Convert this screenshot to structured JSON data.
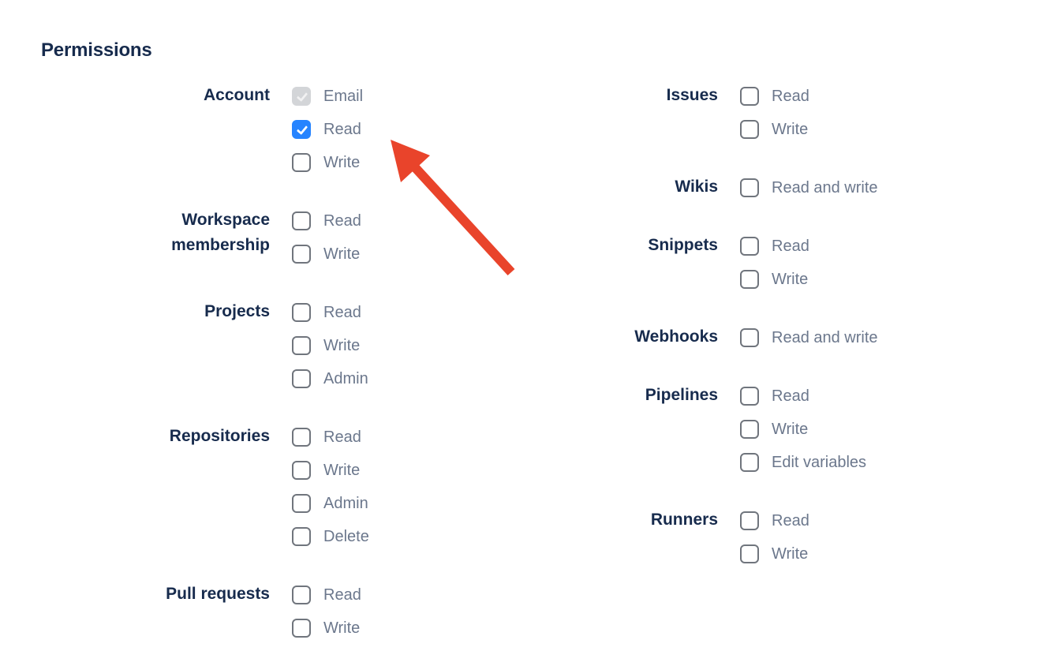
{
  "heading": "Permissions",
  "columns": [
    {
      "name": "left",
      "sections": [
        {
          "label": "Account",
          "options": [
            {
              "label": "Email",
              "state": "disabled-checked"
            },
            {
              "label": "Read",
              "state": "checked"
            },
            {
              "label": "Write",
              "state": "unchecked"
            }
          ]
        },
        {
          "label": "Workspace membership",
          "options": [
            {
              "label": "Read",
              "state": "unchecked"
            },
            {
              "label": "Write",
              "state": "unchecked"
            }
          ]
        },
        {
          "label": "Projects",
          "options": [
            {
              "label": "Read",
              "state": "unchecked"
            },
            {
              "label": "Write",
              "state": "unchecked"
            },
            {
              "label": "Admin",
              "state": "unchecked"
            }
          ]
        },
        {
          "label": "Repositories",
          "options": [
            {
              "label": "Read",
              "state": "unchecked"
            },
            {
              "label": "Write",
              "state": "unchecked"
            },
            {
              "label": "Admin",
              "state": "unchecked"
            },
            {
              "label": "Delete",
              "state": "unchecked"
            }
          ]
        },
        {
          "label": "Pull requests",
          "options": [
            {
              "label": "Read",
              "state": "unchecked"
            },
            {
              "label": "Write",
              "state": "unchecked"
            }
          ]
        }
      ]
    },
    {
      "name": "right",
      "sections": [
        {
          "label": "Issues",
          "options": [
            {
              "label": "Read",
              "state": "unchecked"
            },
            {
              "label": "Write",
              "state": "unchecked"
            }
          ]
        },
        {
          "label": "Wikis",
          "options": [
            {
              "label": "Read and write",
              "state": "unchecked"
            }
          ]
        },
        {
          "label": "Snippets",
          "options": [
            {
              "label": "Read",
              "state": "unchecked"
            },
            {
              "label": "Write",
              "state": "unchecked"
            }
          ]
        },
        {
          "label": "Webhooks",
          "options": [
            {
              "label": "Read and write",
              "state": "unchecked"
            }
          ]
        },
        {
          "label": "Pipelines",
          "options": [
            {
              "label": "Read",
              "state": "unchecked"
            },
            {
              "label": "Write",
              "state": "unchecked"
            },
            {
              "label": "Edit variables",
              "state": "unchecked"
            }
          ]
        },
        {
          "label": "Runners",
          "options": [
            {
              "label": "Read",
              "state": "unchecked"
            },
            {
              "label": "Write",
              "state": "unchecked"
            }
          ]
        }
      ]
    }
  ],
  "annotation_arrow": {
    "color": "#E9442B",
    "points_to": "Account Read checkbox"
  },
  "colors": {
    "heading_text": "#172B4D",
    "section_label_text": "#172B4D",
    "option_label_text": "#6B778C",
    "checkbox_border": "#70757D",
    "checkbox_checked_bg": "#2684FF",
    "checkbox_disabled_bg": "#D3D5D8",
    "arrow": "#E9442B",
    "background": "#FFFFFF"
  }
}
